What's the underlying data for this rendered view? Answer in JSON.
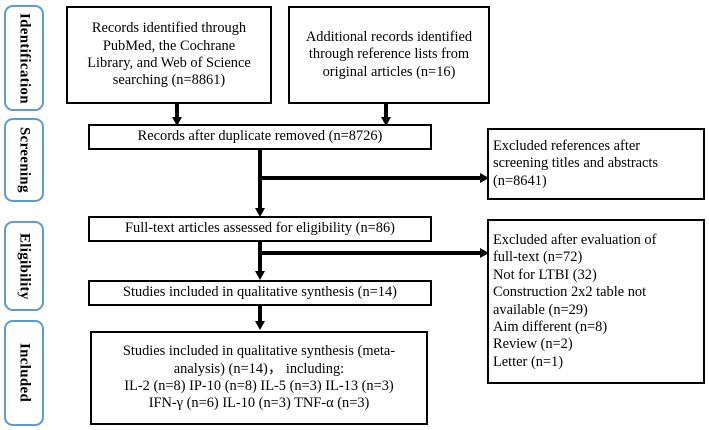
{
  "diagram": {
    "title": "PRISMA study selection flow diagram",
    "type": "flowchart",
    "accent_color": "#5B9BD5",
    "line_color": "#000000",
    "background_color": "#FFFFFF"
  },
  "stages": [
    {
      "label": "Identification"
    },
    {
      "label": "Screening"
    },
    {
      "label": "Eligibility"
    },
    {
      "label": "Included"
    }
  ],
  "boxes": {
    "records_pubmed": {
      "lines": [
        "Records identified through",
        "PubMed, the Cochrane",
        "Library, and Web of Science",
        "searching (n=8861)"
      ]
    },
    "records_additional": {
      "lines": [
        "Additional records identified",
        "through  reference lists from",
        "original articles (n=16)"
      ]
    },
    "after_duplicates": {
      "lines": [
        "Records after duplicate removed (n=8726)"
      ]
    },
    "excluded_screening": {
      "lines": [
        "Excluded references after",
        "screening titles and abstracts",
        "(n=8641)"
      ]
    },
    "fulltext_assessed": {
      "lines": [
        "Full-text articles assessed for eligibility (n=86)"
      ]
    },
    "excluded_fulltext": {
      "lines": [
        "Excluded after evaluation of",
        "full-text (n=72)",
        "Not for LTBI (32)",
        "Construction 2x2 table not",
        "available (n=29)",
        "Aim different (n=8)",
        "Review (n=2)",
        "Letter (n=1)"
      ]
    },
    "qualitative_synthesis": {
      "lines": [
        "Studies included in qualitative synthesis (n=14)"
      ]
    },
    "meta_analysis": {
      "lines": [
        "Studies included in qualitative synthesis (meta-",
        "analysis) (n=14)，  including:",
        "IL-2 (n=8)  IP-10 (n=8)  IL-5 (n=3) IL-13 (n=3)",
        "IFN-γ (n=6)  IL-10 (n=3)  TNF-α (n=3)"
      ]
    }
  },
  "counts": {
    "records_pubmed": 8861,
    "records_additional": 16,
    "after_duplicates": 8726,
    "excluded_screening": 8641,
    "fulltext_assessed": 86,
    "excluded_fulltext_total": 72,
    "excluded_not_ltbi": 32,
    "excluded_no_2x2_table": 29,
    "excluded_aim_different": 8,
    "excluded_review": 2,
    "excluded_letter": 1,
    "qualitative_synthesis": 14,
    "meta_analysis": 14,
    "markers": {
      "IL-2": 8,
      "IP-10": 8,
      "IL-5": 3,
      "IL-13": 3,
      "IFN-γ": 6,
      "IL-10": 3,
      "TNF-α": 3
    }
  }
}
